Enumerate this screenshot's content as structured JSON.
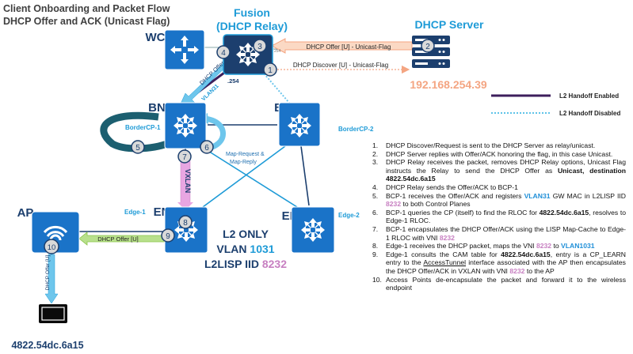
{
  "title": {
    "line1": "Client Onboarding and Packet Flow",
    "line2": "DHCP Offer and ACK (Unicast Flag)"
  },
  "colors": {
    "teal": "#1e9bd7",
    "navy": "#1c3f6e",
    "device": "#1a73c8",
    "pink": "#c77fc1",
    "orange": "#f4a582",
    "green": "#8bc34a",
    "purple": "#3d1f5c",
    "legend_dotted": "#5ec3e8"
  },
  "nodes": {
    "fusion": {
      "title1": "Fusion",
      "title2": "(DHCP Relay)"
    },
    "dhcp_server": {
      "title": "DHCP Server",
      "ip": "192.168.254.39"
    },
    "wc": {
      "label": "WC"
    },
    "bn1": {
      "label": "BN",
      "role": "BorderCP-1"
    },
    "bn2": {
      "label": "BN",
      "role": "BorderCP-2"
    },
    "en1": {
      "label": "EN",
      "role": "Edge-1"
    },
    "en2": {
      "label": "EN",
      "role": "Edge-2"
    },
    "ap": {
      "label": "AP"
    },
    "client": {
      "mac": "4822.54dc.6a15"
    }
  },
  "links": {
    "dhcp_offer_unicast": "DHCP Offer [U] - Unicast-Flag",
    "dhcp_discover_unicast": "DHCP Discover [U] - Unicast-Flag",
    "dhcp_offer_u": "DHCP Offer [U]",
    "vlan31": "VLAN31",
    "ip_254": ".254",
    "ip_254_small": "254",
    "map_request": "Map-Request &",
    "map_reply": "Map-Reply",
    "vxlan": "VXLAN"
  },
  "badges": [
    "1",
    "2",
    "3",
    "4",
    "5",
    "6",
    "7",
    "8",
    "9",
    "10"
  ],
  "center_info": {
    "l2only": "L2 ONLY",
    "vlan_label": "VLAN ",
    "vlan": "1031",
    "iid_label": "L2LISP IID ",
    "iid": "8232"
  },
  "legend": {
    "enabled": "L2 Handoff Enabled",
    "disabled": "L2 Handoff Disabled"
  },
  "steps": [
    {
      "n": "1.",
      "parts": [
        {
          "t": "DHCP Discover/Request is sent to the DHCP Server as relay/unicast."
        }
      ]
    },
    {
      "n": "2.",
      "parts": [
        {
          "t": "DHCP Server replies with Offer/ACK honoring the flag, in this case Unicast."
        }
      ]
    },
    {
      "n": "3.",
      "parts": [
        {
          "t": "DHCP Relay receives the packet, removes DHCP Relay options, Unicast Flag instructs the Relay to send the DHCP Offer as "
        },
        {
          "t": "Unicast, destination 4822.54dc.6a15",
          "s": "bold"
        }
      ]
    },
    {
      "n": "4.",
      "parts": [
        {
          "t": "DHCP Relay sends the Offer/ACK to BCP-1"
        }
      ]
    },
    {
      "n": "5.",
      "parts": [
        {
          "t": "BCP-1 receives the Offer/ACK and registers "
        },
        {
          "t": "VLAN31",
          "s": "blue"
        },
        {
          "t": " GW MAC in L2LISP IID "
        },
        {
          "t": "8232",
          "s": "pink"
        },
        {
          "t": " to both Control Planes"
        }
      ]
    },
    {
      "n": "6.",
      "parts": [
        {
          "t": "BCP-1 queries the CP (itself) to find the RLOC for "
        },
        {
          "t": "4822.54dc.6a15",
          "s": "bold"
        },
        {
          "t": ", resolves to Edge-1 RLOC."
        }
      ]
    },
    {
      "n": "7.",
      "parts": [
        {
          "t": "BCP-1 encapsulates the DHCP Offer/ACK using the LISP Map-Cache to Edge-1 RLOC with VNI "
        },
        {
          "t": "8232",
          "s": "pink"
        }
      ]
    },
    {
      "n": "8.",
      "parts": [
        {
          "t": "Edge-1 receives the DHCP packet, maps the VNI "
        },
        {
          "t": "8232",
          "s": "pink"
        },
        {
          "t": " to "
        },
        {
          "t": "VLAN1031",
          "s": "blue"
        }
      ]
    },
    {
      "n": "9.",
      "parts": [
        {
          "t": "Edge-1 consults the CAM table for "
        },
        {
          "t": "4822.54dc.6a15",
          "s": "bold"
        },
        {
          "t": ", entry is a CP_LEARN entry to the "
        },
        {
          "t": "AccessTunnel",
          "s": "ul"
        },
        {
          "t": " interface associated with the AP then encapsulates the DHCP Offer/ACK in VXLAN with VNI "
        },
        {
          "t": "8232",
          "s": "pink"
        },
        {
          "t": " to the AP"
        }
      ]
    },
    {
      "n": "10.",
      "parts": [
        {
          "t": "Access Points de-encapsulate the packet and forward it to the wireless endpoint"
        }
      ]
    }
  ]
}
